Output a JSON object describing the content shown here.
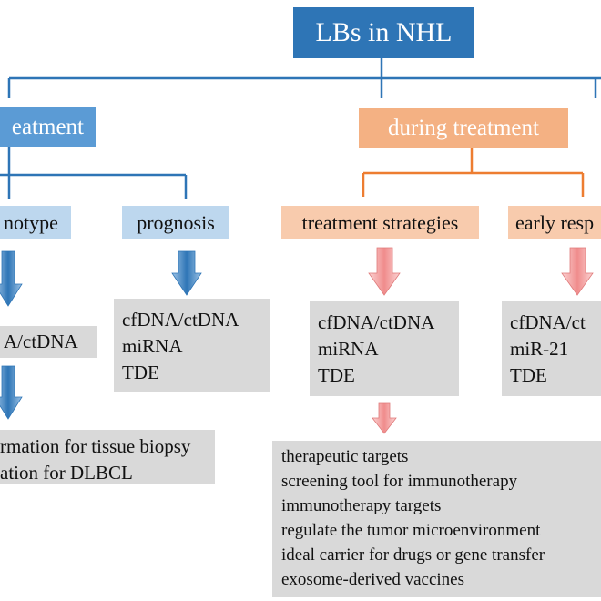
{
  "root": "LBs in NHL",
  "left_branch": {
    "header": "eatment",
    "genotype": {
      "label": "notype",
      "box": [
        "A/ctDNA"
      ],
      "box2": [
        "rmation for tissue biopsy",
        "ation for DLBCL"
      ]
    },
    "prognosis": {
      "label": "prognosis",
      "box": [
        "cfDNA/ctDNA",
        "miRNA",
        "TDE"
      ]
    }
  },
  "right_branch": {
    "header": "during treatment",
    "strategies": {
      "label": "treatment strategies",
      "box": [
        "cfDNA/ctDNA",
        "miRNA",
        "TDE"
      ],
      "details": [
        "therapeutic targets",
        "screening tool for immunotherapy",
        "immunotherapy targets",
        "regulate the tumor microenvironment",
        "ideal carrier for drugs or gene transfer",
        "exosome-derived vaccines"
      ]
    },
    "early": {
      "label": "early resp",
      "box": [
        "cfDNA/ct",
        "miR-21",
        "TDE"
      ]
    }
  },
  "colors": {
    "root_fill": "#2e75b6",
    "blue_header": "#5b9bd5",
    "light_blue": "#bdd7ee",
    "orange_header": "#f4b183",
    "peach": "#f8cbad",
    "grey_box": "#d9d9d9",
    "blue_line": "#2e75b6",
    "orange_line": "#ed7d31",
    "blue_arrow": "#5b9bd5",
    "pink_arrow": "#f4a6a6"
  }
}
